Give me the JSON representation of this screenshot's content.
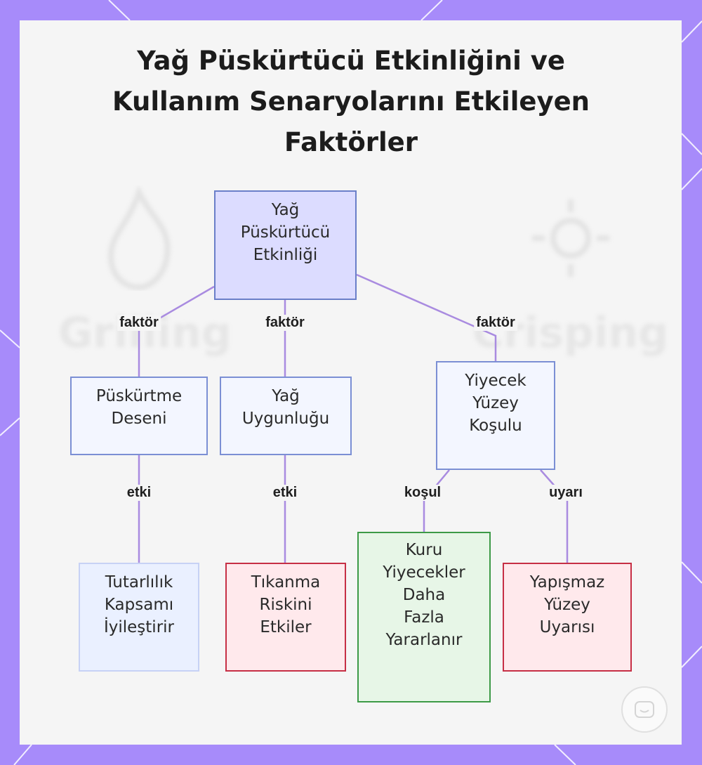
{
  "title": {
    "lines": [
      "Yağ Püskürtücü Etkinliğini ve",
      "Kullanım Senaryolarını Etkileyen",
      "Faktörler"
    ]
  },
  "nodes": {
    "root": {
      "lines": [
        "Yağ",
        "Püskürtücü",
        "Etkinliği"
      ]
    },
    "spray_pattern": {
      "lines": [
        "Püskürtme",
        "Deseni"
      ]
    },
    "oil_suitability": {
      "lines": [
        "Yağ",
        "Uygunluğu"
      ]
    },
    "food_surface": {
      "lines": [
        "Yiyecek",
        "Yüzey",
        "Koşulu"
      ]
    },
    "coverage": {
      "lines": [
        "Tutarlılık",
        "Kapsamı",
        "İyileştirir"
      ]
    },
    "clogging": {
      "lines": [
        "Tıkanma",
        "Riskini",
        "Etkiler"
      ]
    },
    "dry_foods": {
      "lines": [
        "Kuru",
        "Yiyecekler",
        "Daha",
        "Fazla",
        "Yararlanır"
      ]
    },
    "nonstick": {
      "lines": [
        "Yapışmaz",
        "Yüzey",
        "Uyarısı"
      ]
    }
  },
  "edge_labels": {
    "root_to_spray": "faktör",
    "root_to_oil": "faktör",
    "root_to_food": "faktör",
    "spray_to_coverage": "etki",
    "oil_to_clogging": "etki",
    "food_to_dry": "koşul",
    "food_to_nonstick": "uyarı"
  },
  "background_watermarks": {
    "left": "Grilling",
    "right": "Crisping"
  },
  "colors": {
    "frame": "#a78bfa",
    "edge": "#a98be0",
    "root_fill": "#dcdcff",
    "warning_border": "#c62f45",
    "benefit_border": "#3d9a47"
  },
  "icons": [
    "flame-icon",
    "sun-icon",
    "logo-icon"
  ]
}
